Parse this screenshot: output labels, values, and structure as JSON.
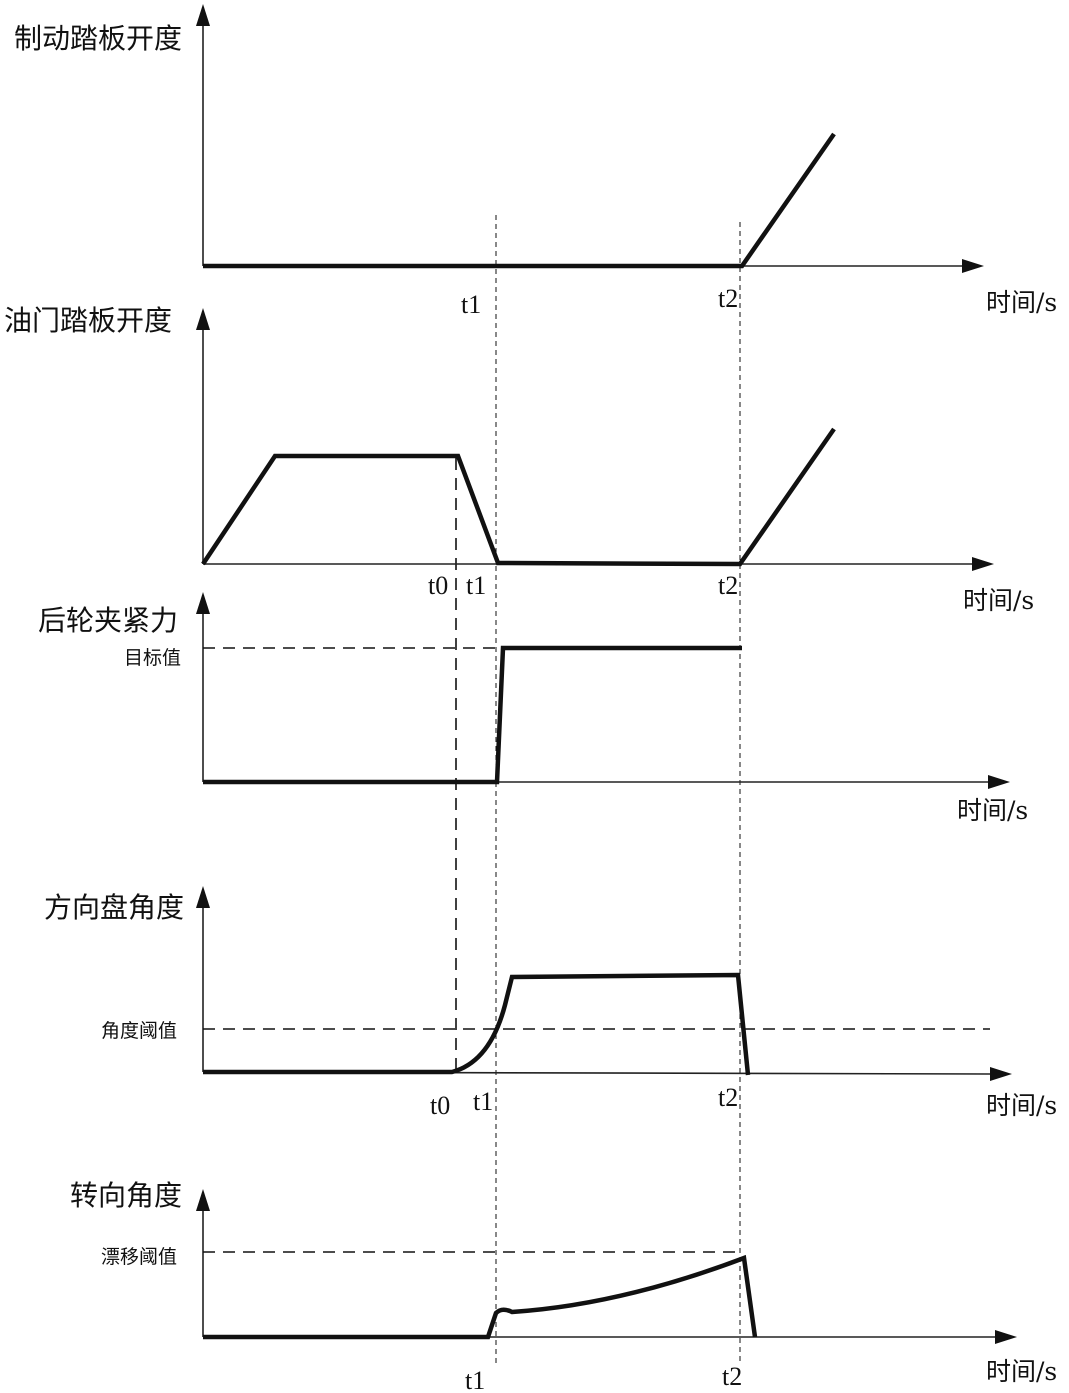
{
  "panels": [
    {
      "id": "brake",
      "y_label": "制动踏板开度",
      "x_label": "时间/s",
      "ticks": [
        "t1",
        "t2"
      ]
    },
    {
      "id": "throttle",
      "y_label": "油门踏板开度",
      "x_label": "时间/s",
      "ticks": [
        "t0",
        "t1",
        "t2"
      ]
    },
    {
      "id": "clamp",
      "y_label": "后轮夹紧力",
      "x_label": "时间/s",
      "ref_label": "目标值"
    },
    {
      "id": "steering_wheel",
      "y_label": "方向盘角度",
      "x_label": "时间/s",
      "ref_label": "角度阈值",
      "ticks": [
        "t0",
        "t1",
        "t2"
      ]
    },
    {
      "id": "steer_angle",
      "y_label": "转向角度",
      "x_label": "时间/s",
      "ref_label": "漂移阈值",
      "ticks": [
        "t1",
        "t2"
      ]
    }
  ]
}
